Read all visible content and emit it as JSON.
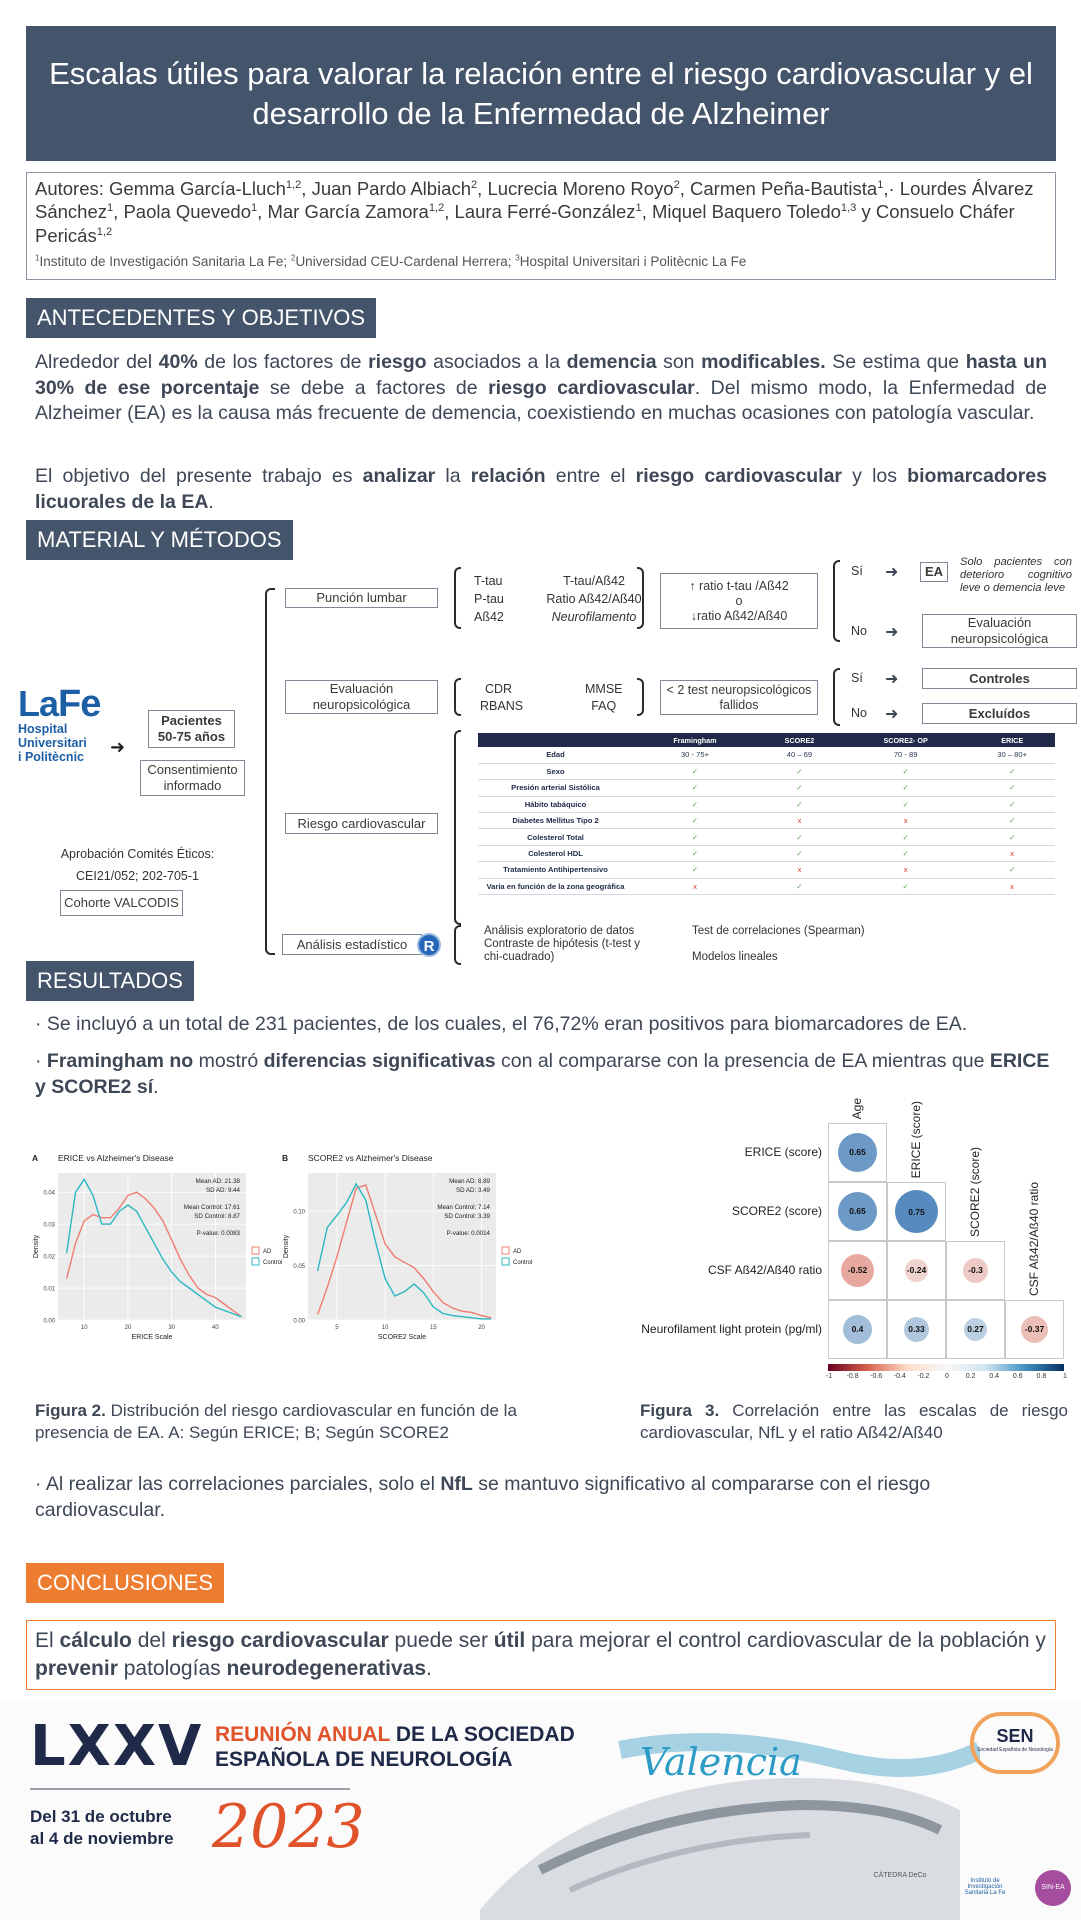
{
  "title": "Escalas útiles para valorar la relación entre el riesgo cardiovascular y el desarrollo de la Enfermedad de Alzheimer",
  "authors": {
    "prefix": "Autores: Gemma García-Lluch",
    "s1": "1,2",
    "a2": ", Juan Pardo Albiach",
    "s2": "2",
    "a3": ", Lucrecia Moreno Royo",
    "s3": "2",
    "a4": ", Carmen Peña-Bautista",
    "s4": "1",
    "a5": ",· Lourdes Álvarez Sánchez",
    "s5": "1",
    "a6": ", Paola Quevedo",
    "s6": "1",
    "a7": ", Mar García Zamora",
    "s7": "1,2",
    "a8": ", Laura Ferré-González",
    "s8": "1",
    "a9": ", Miquel Baquero Toledo",
    "s9": "1,3",
    "a10": " y Consuelo Cháfer Pericás",
    "s10": "1,2",
    "aff_s1": "1",
    "aff1": "Instituto de Investigación Sanitaria La Fe; ",
    "aff_s2": "2",
    "aff2": "Universidad CEU-Cardenal Herrera; ",
    "aff_s3": "3",
    "aff3": "Hospital Universitari i Politècnic La Fe"
  },
  "sections": {
    "antecedentes": "ANTECEDENTES Y OBJETIVOS",
    "material": "MATERIAL Y MÉTODOS",
    "resultados": "RESULTADOS",
    "conclusiones": "CONCLUSIONES"
  },
  "antecedentes": {
    "p1_a": "Alrededor del ",
    "p1_b": "40%",
    "p1_c": " de los factores de ",
    "p1_d": "riesgo",
    "p1_e": " asociados a la ",
    "p1_f": "demencia",
    "p1_g": " son ",
    "p1_h": "modificables.",
    "p1_i": " Se estima que ",
    "p1_j": "hasta un 30% de ese porcentaje",
    "p1_k": " se debe a factores de ",
    "p1_l": "riesgo cardiovascular",
    "p1_m": ". Del mismo modo, la Enfermedad de Alzheimer (EA) es la causa más frecuente de demencia, coexistiendo en muchas ocasiones con patología vascular.",
    "p2_a": "El objetivo del presente trabajo es ",
    "p2_b": "analizar",
    "p2_c": " la ",
    "p2_d": "relación",
    "p2_e": " entre el ",
    "p2_f": "riesgo cardiovascular",
    "p2_g": " y los ",
    "p2_h": "biomarcadores licuorales de la EA",
    "p2_i": "."
  },
  "methods": {
    "logo_la": "La",
    "logo_fe": "Fe",
    "logo_sub1": "Hospital",
    "logo_sub2": "Universitari",
    "logo_sub3": "i Politècnic",
    "pacientes_1": "Pacientes",
    "pacientes_2": "50-75 años",
    "consent_1": "Consentimiento",
    "consent_2": "informado",
    "comites_1": "Aprobación Comités Éticos:",
    "comites_2": "CEI21/052; 202-705-1",
    "cohorte": "Cohorte VALCODIS",
    "puncion": "Punción lumbar",
    "ttau": "T-tau",
    "ptau": "P-tau",
    "ab42": "Aß42",
    "ratio1": "T-tau/Aß42",
    "ratio2": "Ratio Aß42/Aß40",
    "neurofil": "Neurofilamento",
    "crit1": "↑ ratio t-tau /Aß42",
    "crit_o": "o",
    "crit2": "↓ratio Aß42/Aß40",
    "si": "Sí",
    "no": "No",
    "ea": "EA",
    "solo": "Solo pacientes con deterioro cognitivo leve o demencia leve",
    "eval_np_1": "Evaluación",
    "eval_np_2": "neuropsicológica",
    "evaluacion_1": "Evaluación",
    "evaluacion_2": "neuropsicológica",
    "cdr": "CDR",
    "rbans": "RBANS",
    "mmse": "MMSE",
    "faq": "FAQ",
    "fallidos_1": "< 2 test neuropsicológicos",
    "fallidos_2": "fallidos",
    "controles": "Controles",
    "excluidos": "Excluídos",
    "riesgo": "Riesgo cardiovascular",
    "analisis": "Análisis estadístico",
    "r_logo": "R",
    "an1": "Análisis exploratorio de datos",
    "an2": "Contraste de hipótesis (t-test y chi-cuadrado)",
    "an3": "Test de correlaciones (Spearman)",
    "an4": "Modelos lineales"
  },
  "risk_table": {
    "headers": [
      "",
      "Framingham",
      "SCORE2",
      "SCORE2- OP",
      "ERICE"
    ],
    "rows": [
      {
        "label": "Edad",
        "cells": [
          "30 - 75+",
          "40 – 69",
          "70 - 89",
          "30 – 80+"
        ]
      },
      {
        "label": "Sexo",
        "cells": [
          "✓",
          "✓",
          "✓",
          "✓"
        ]
      },
      {
        "label": "Presión arterial Sistólica",
        "cells": [
          "✓",
          "✓",
          "✓",
          "✓"
        ]
      },
      {
        "label": "Hábito tabáquico",
        "cells": [
          "✓",
          "✓",
          "✓",
          "✓"
        ]
      },
      {
        "label": "Diabetes Mellitus Tipo 2",
        "cells": [
          "✓",
          "x",
          "x",
          "✓"
        ]
      },
      {
        "label": "Colesterol Total",
        "cells": [
          "✓",
          "✓",
          "✓",
          "✓"
        ]
      },
      {
        "label": "Colesterol HDL",
        "cells": [
          "✓",
          "✓",
          "✓",
          "x"
        ]
      },
      {
        "label": "Tratamiento Antihipertensivo",
        "cells": [
          "✓",
          "x",
          "x",
          "✓"
        ]
      },
      {
        "label": "Varía en función de la zona geográfica",
        "cells": [
          "x",
          "✓",
          "✓",
          "x"
        ]
      }
    ]
  },
  "results": {
    "b1": "· Se incluyó a un total de 231 pacientes, de los cuales, el 76,72% eran positivos para biomarcadores de EA.",
    "b2_a": "· ",
    "b2_b": "Framingham no",
    "b2_c": " mostró ",
    "b2_d": "diferencias significativas",
    "b2_e": " con al compararse con la presencia de EA mientras que ",
    "b2_f": "ERICE y SCORE2 sí",
    "b2_g": ".",
    "b3_a": "· Al realizar las correlaciones parciales, solo el ",
    "b3_b": "NfL",
    "b3_c": " se mantuvo significativo al compararse con el riesgo cardiovascular."
  },
  "fig2": {
    "cap_b": "Figura 2.",
    "cap_t": " Distribución del riesgo cardiovascular en función de la presencia de EA. A: Según ERICE; B; Según SCORE2"
  },
  "fig3": {
    "cap_b": "Figura 3.",
    "cap_t": " Correlación entre las escalas de riesgo cardiovascular, NfL y el ratio Aß42/Aß40",
    "col_labels": [
      "Age",
      "ERICE (score)",
      "SCORE2 (score)",
      "CSF Aß42/Aß40 ratio"
    ],
    "row_labels": [
      "ERICE (score)",
      "SCORE2 (score)",
      "CSF Aß42/Aß40 ratio",
      "Neurofilament light protein (pg/ml)"
    ],
    "scale_ticks": [
      "-1",
      "-0.8",
      "-0.6",
      "-0.4",
      "-0.2",
      "0",
      "0.2",
      "0.4",
      "0.6",
      "0.8",
      "1"
    ]
  },
  "chart_data": [
    {
      "type": "area",
      "panel": "A",
      "title": "ERICE vs Alzheimer's Disease",
      "xlabel": "ERICE Scale",
      "ylabel": "Density",
      "xlim": [
        4,
        47
      ],
      "ylim": [
        0,
        0.046
      ],
      "yticks": [
        "0.00",
        "0.01",
        "0.02",
        "0.03",
        "0.04"
      ],
      "xticks": [
        "10",
        "20",
        "30",
        "40"
      ],
      "stats": [
        "Mean AD: 21.38",
        "SD AD: 9.44",
        "Mean Control: 17.61",
        "SD Control: 8.87",
        "P-value: 0.0083"
      ],
      "legend": [
        "AD",
        "Control"
      ],
      "series": [
        {
          "name": "AD",
          "color": "#f07c72",
          "x": [
            6,
            8,
            10,
            12,
            14,
            16,
            18,
            20,
            22,
            24,
            26,
            28,
            30,
            32,
            34,
            36,
            38,
            40,
            42,
            44,
            46
          ],
          "values": [
            0.013,
            0.024,
            0.031,
            0.033,
            0.032,
            0.032,
            0.035,
            0.039,
            0.04,
            0.038,
            0.035,
            0.031,
            0.025,
            0.019,
            0.014,
            0.01,
            0.008,
            0.007,
            0.005,
            0.003,
            0.001
          ]
        },
        {
          "name": "Control",
          "color": "#2bb7c2",
          "x": [
            6,
            8,
            10,
            12,
            14,
            16,
            18,
            20,
            22,
            24,
            26,
            28,
            30,
            32,
            34,
            36,
            38,
            40,
            42,
            44,
            46
          ],
          "values": [
            0.021,
            0.04,
            0.044,
            0.039,
            0.03,
            0.03,
            0.034,
            0.036,
            0.034,
            0.029,
            0.024,
            0.019,
            0.015,
            0.012,
            0.01,
            0.008,
            0.006,
            0.004,
            0.003,
            0.002,
            0.001
          ]
        }
      ]
    },
    {
      "type": "area",
      "panel": "B",
      "title": "SCORE2 vs Alzheimer's Disease",
      "xlabel": "SCORE2 Scale",
      "ylabel": "Density",
      "xlim": [
        2,
        21.5
      ],
      "ylim": [
        0,
        0.135
      ],
      "yticks": [
        "0.00",
        "0.05",
        "0.10"
      ],
      "xticks": [
        "5",
        "10",
        "15",
        "20"
      ],
      "stats": [
        "Mean AD: 8.89",
        "SD AD: 3.49",
        "Mean Control: 7.14",
        "SD Control: 3.39",
        "P-value: 0.0014"
      ],
      "legend": [
        "AD",
        "Control"
      ],
      "series": [
        {
          "name": "AD",
          "color": "#f07c72",
          "x": [
            3,
            4,
            5,
            6,
            7,
            8,
            9,
            10,
            11,
            12,
            13,
            14,
            15,
            16,
            17,
            18,
            19,
            20,
            21
          ],
          "values": [
            0.005,
            0.03,
            0.058,
            0.09,
            0.121,
            0.124,
            0.097,
            0.07,
            0.058,
            0.053,
            0.048,
            0.038,
            0.026,
            0.016,
            0.011,
            0.008,
            0.007,
            0.004,
            0.002
          ]
        },
        {
          "name": "Control",
          "color": "#2bb7c2",
          "x": [
            3,
            4,
            5,
            6,
            7,
            8,
            9,
            10,
            11,
            12,
            13,
            14,
            15,
            16,
            17,
            18,
            19,
            20,
            21
          ],
          "values": [
            0.045,
            0.085,
            0.096,
            0.108,
            0.125,
            0.11,
            0.072,
            0.038,
            0.022,
            0.026,
            0.033,
            0.025,
            0.012,
            0.006,
            0.004,
            0.003,
            0.002,
            0.001,
            0.001
          ]
        }
      ]
    },
    {
      "type": "heatmap",
      "title": "",
      "rows": [
        "ERICE (score)",
        "SCORE2 (score)",
        "CSF Aß42/Aß40 ratio",
        "Neurofilament light protein (pg/ml)"
      ],
      "cols": [
        "Age",
        "ERICE (score)",
        "SCORE2 (score)",
        "CSF Aß42/Aß40 ratio"
      ],
      "values": [
        [
          0.65,
          null,
          null,
          null
        ],
        [
          0.65,
          0.75,
          null,
          null
        ],
        [
          -0.52,
          -0.24,
          -0.3,
          null
        ],
        [
          0.4,
          0.33,
          0.27,
          -0.37
        ]
      ],
      "scale": [
        -1,
        1
      ]
    }
  ],
  "conclusion": {
    "a": "El ",
    "b": "cálculo",
    "c": " del ",
    "d": "riesgo cardiovascular",
    "e": " puede ser ",
    "f": "útil",
    "g": " para mejorar el control cardiovascular de la población y ",
    "h": "prevenir",
    "i": " patologías ",
    "j": "neurodegenerativas",
    "k": "."
  },
  "footer": {
    "lxxv": "LXXV",
    "line1_a": "REUNIÓN ANUAL",
    "line1_b": " DE LA SOCIEDAD",
    "line2": "ESPAÑOLA DE NEUROLOGÍA",
    "city": "Valencia",
    "date1": "Del 31 de octubre",
    "date2": "al 4 de noviembre",
    "year": "2023",
    "sen": "SEN",
    "sen_sub": "Sociedad Española de Neurología",
    "logo1": "CÁTEDRA DeCo",
    "logo2": "Instituto de Investigación Sanitaria La Fe",
    "logo3": "SIN-EA"
  },
  "colors": {
    "header": "#44546a",
    "orange": "#ed7d31",
    "ad": "#f07c72",
    "control": "#2bb7c2"
  }
}
